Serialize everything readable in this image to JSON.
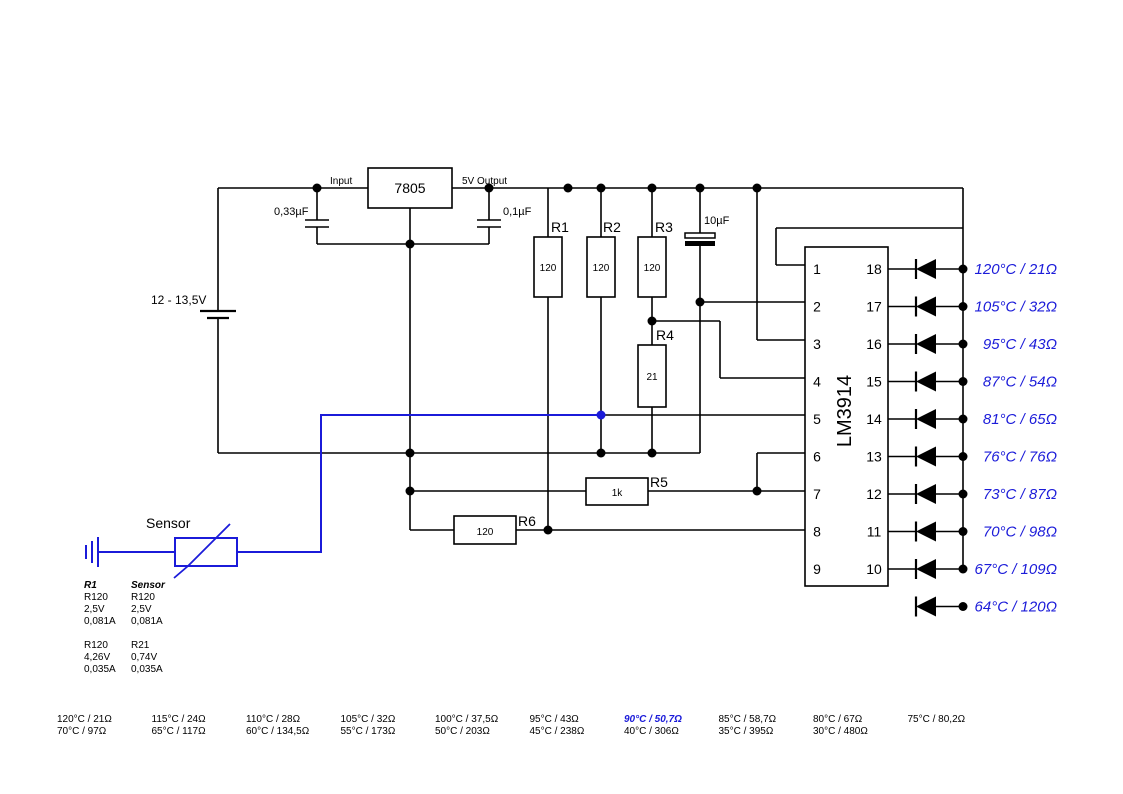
{
  "regulator": {
    "label": "7805",
    "input_label": "Input",
    "output_label": "5V Output"
  },
  "capacitors": {
    "c_in": "0,33µF",
    "c_out": "0,1µF",
    "c_ref": "10µF"
  },
  "battery": {
    "label": "12 - 13,5V"
  },
  "resistors": {
    "r1": {
      "name": "R1",
      "value": "120"
    },
    "r2": {
      "name": "R2",
      "value": "120"
    },
    "r3": {
      "name": "R3",
      "value": "120"
    },
    "r4": {
      "name": "R4",
      "value": "21"
    },
    "r5": {
      "name": "R5",
      "value": "1k"
    },
    "r6": {
      "name": "R6",
      "value": "120"
    }
  },
  "ic": {
    "label": "LM3914",
    "left_pins": [
      "1",
      "2",
      "3",
      "4",
      "5",
      "6",
      "7",
      "8",
      "9"
    ],
    "right_pins": [
      "18",
      "17",
      "16",
      "15",
      "14",
      "13",
      "12",
      "11",
      "10"
    ]
  },
  "led_labels": [
    "120°C / 21Ω",
    "105°C / 32Ω",
    "95°C / 43Ω",
    "87°C / 54Ω",
    "81°C / 65Ω",
    "76°C / 76Ω",
    "73°C / 87Ω",
    "70°C / 98Ω",
    "67°C / 109Ω",
    "64°C / 120Ω"
  ],
  "sensor": {
    "label": "Sensor"
  },
  "calc_table": {
    "col1": [
      "R1",
      "R120",
      "2,5V",
      "0,081A",
      "",
      "R120",
      "4,26V",
      "0,035A"
    ],
    "col2": [
      "Sensor",
      "R120",
      "2,5V",
      "0,081A",
      "",
      "R21",
      "0,74V",
      "0,035A"
    ]
  },
  "temp_table": [
    {
      "top": "120°C / 21Ω",
      "bottom": "70°C / 97Ω",
      "highlight": false
    },
    {
      "top": "115°C / 24Ω",
      "bottom": "65°C / 117Ω",
      "highlight": false
    },
    {
      "top": "110°C / 28Ω",
      "bottom": "60°C / 134,5Ω",
      "highlight": false
    },
    {
      "top": "105°C / 32Ω",
      "bottom": "55°C / 173Ω",
      "highlight": false
    },
    {
      "top": "100°C / 37,5Ω",
      "bottom": "50°C / 203Ω",
      "highlight": false
    },
    {
      "top": "95°C / 43Ω",
      "bottom": "45°C / 238Ω",
      "highlight": false
    },
    {
      "top": "90°C / 50,7Ω",
      "bottom": "40°C / 306Ω",
      "highlight": true
    },
    {
      "top": "85°C / 58,7Ω",
      "bottom": "35°C / 395Ω",
      "highlight": false
    },
    {
      "top": "80°C / 67Ω",
      "bottom": "30°C / 480Ω",
      "highlight": false
    },
    {
      "top": "75°C / 80,2Ω",
      "bottom": "",
      "highlight": false
    }
  ],
  "colors": {
    "wire": "#000000",
    "sensor_wire": "#1b1bd9",
    "label_blue": "#1b1bd9"
  }
}
